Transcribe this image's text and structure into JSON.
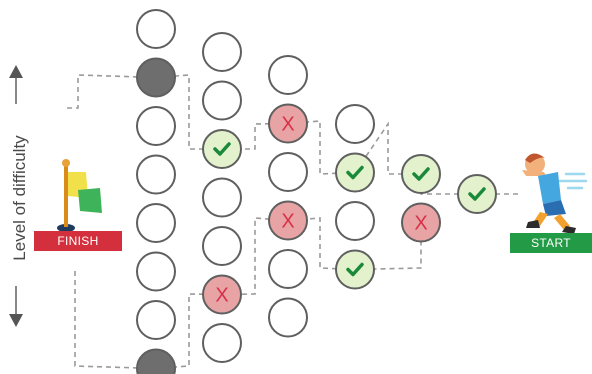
{
  "axis_label": "Level of difficulty",
  "finish_label": "FINISH",
  "start_label": "START",
  "mark_cross": "X",
  "colors": {
    "finish": "#d32f3d",
    "start": "#239a45",
    "check": "#1a8a3a",
    "cross": "#d8304a",
    "outline": "#5f5f5f",
    "node_ok_fill": "#e3f2cc",
    "node_bad_fill": "#e8a4a4",
    "node_solid_fill": "#6e6e6e",
    "connector": "#9a9a9a"
  },
  "columns": [
    {
      "column": 1,
      "nodes": [
        "empty",
        "solid",
        "empty",
        "empty",
        "empty",
        "empty",
        "empty",
        "solid"
      ]
    },
    {
      "column": 2,
      "nodes": [
        "empty",
        "empty",
        "check",
        "empty",
        "empty",
        "cross",
        "empty"
      ]
    },
    {
      "column": 3,
      "nodes": [
        "empty",
        "cross",
        "empty",
        "cross",
        "empty",
        "empty"
      ]
    },
    {
      "column": 4,
      "nodes": [
        "empty",
        "check",
        "empty",
        "check"
      ]
    },
    {
      "column": 5,
      "nodes": [
        "check",
        "cross"
      ]
    },
    {
      "column": 6,
      "nodes": [
        "check"
      ]
    }
  ],
  "icons": [
    "flag-icon",
    "runner-icon",
    "arrow-up-icon",
    "arrow-down-icon",
    "check-icon"
  ]
}
